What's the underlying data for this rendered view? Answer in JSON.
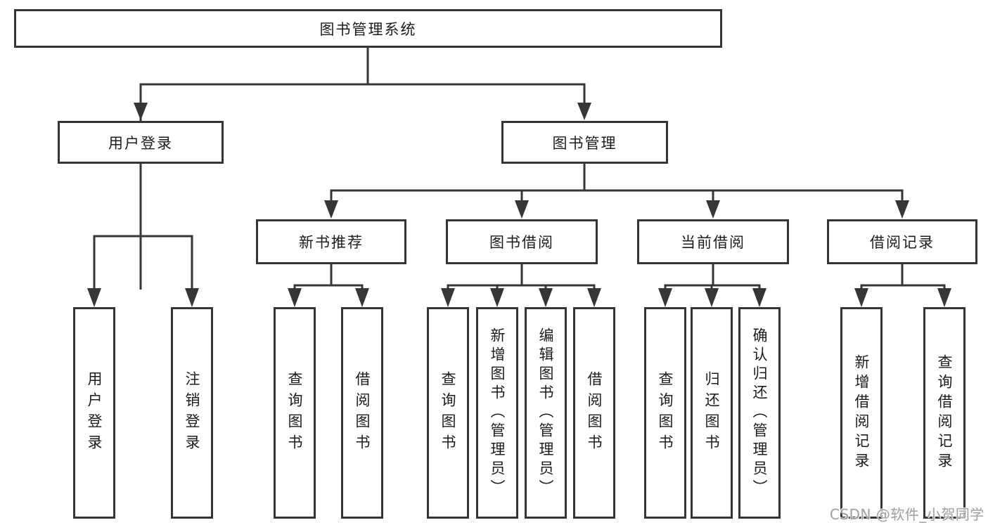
{
  "colors": {
    "line": "#363636",
    "box_border": "#363636",
    "box_background": "#ffffff",
    "text": "#1c1c1c",
    "watermark": "#9c9c9c",
    "background": "#ffffff"
  },
  "nodes": {
    "root": "图书管理系统",
    "user_login": "用户登录",
    "book_management": "图书管理",
    "new_book_recommend": "新书推荐",
    "book_borrow": "图书借阅",
    "current_borrow": "当前借阅",
    "borrow_records": "借阅记录",
    "user_login_leaf": "用户登录",
    "logout_leaf": "注销登录",
    "nb_query_books": "查询图书",
    "nb_borrow_books": "借阅图书",
    "bb_query_books": "查询图书",
    "bb_add_books": "新增图书（管理员）",
    "bb_edit_books": "编辑图书（管理员）",
    "bb_borrow_books": "借阅图书",
    "cb_query_books": "查询图书",
    "cb_return_books": "归还图书",
    "cb_confirm_return": "确认归还（管理员）",
    "br_add_record": "新增借阅记录",
    "br_query_record": "查询借阅记录"
  },
  "watermark": {
    "text": "CSDN @软件_小贺同学"
  }
}
